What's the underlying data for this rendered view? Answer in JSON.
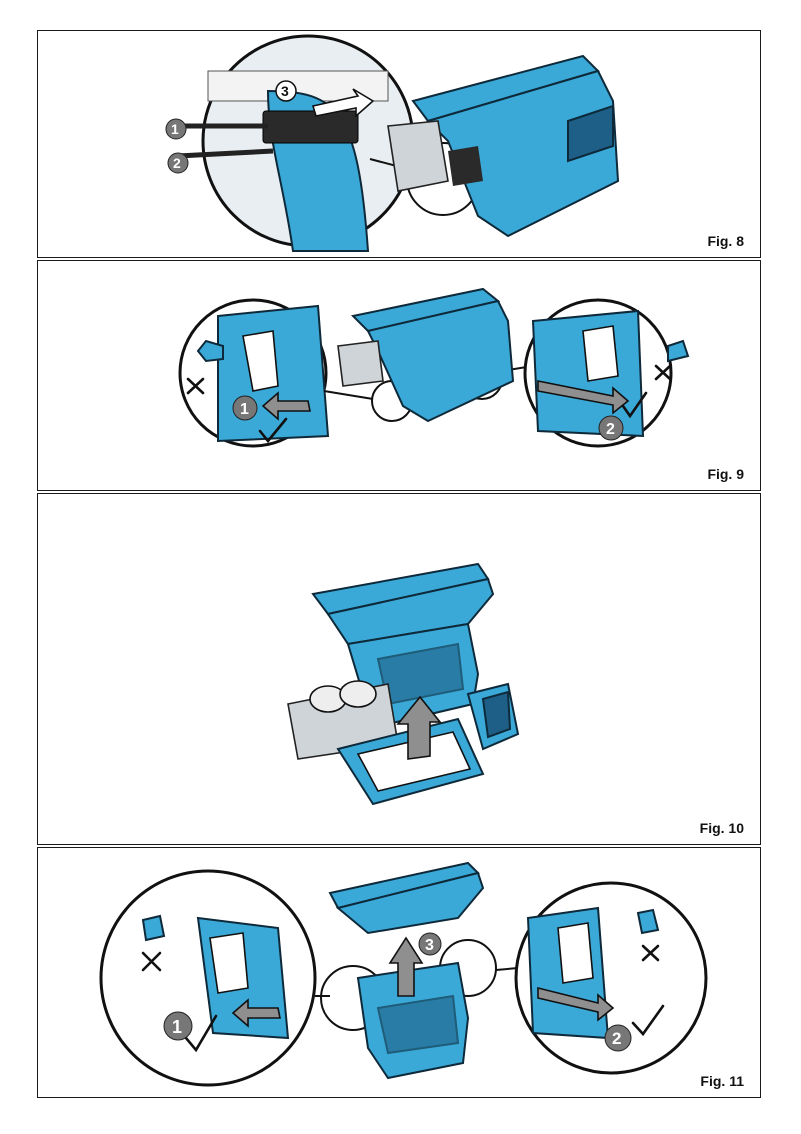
{
  "figures": [
    {
      "label": "Fig. 8",
      "steps": [
        "1",
        "2",
        "3"
      ]
    },
    {
      "label": "Fig. 9",
      "steps": [
        "1",
        "2"
      ]
    },
    {
      "label": "Fig. 10",
      "steps": []
    },
    {
      "label": "Fig. 11",
      "steps": [
        "1",
        "2",
        "3"
      ]
    }
  ]
}
